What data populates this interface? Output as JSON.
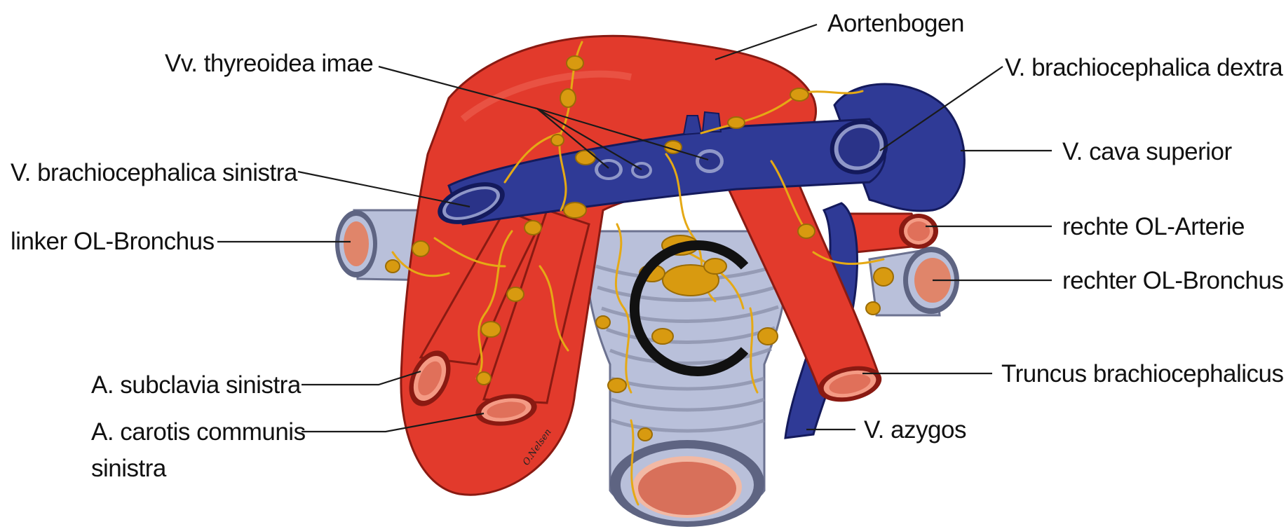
{
  "diagram": {
    "labels": {
      "aortenbogen": "Aortenbogen",
      "vv_thyreoidea_imae": "Vv. thyreoidea imae",
      "v_brachiocephalica_dextra": "V. brachiocephalica dextra",
      "v_brachiocephalica_sinistra": "V. brachiocephalica sinistra",
      "v_cava_superior": "V. cava superior",
      "linker_ol_bronchus": "linker OL-Bronchus",
      "rechte_ol_arterie": "rechte OL-Arterie",
      "rechter_ol_bronchus": "rechter OL-Bronchus",
      "truncus_brachiocephalicus": "Truncus brachiocephalicus",
      "a_subclavia_sinistra": "A. subclavia sinistra",
      "a_carotis_communis_line1": "A. carotis communis",
      "a_carotis_communis_line2": "sinistra",
      "v_azygos": "V. azygos"
    },
    "signature": "O.Nelsen",
    "copyright_symbol": "copyright-c-mark",
    "colors": {
      "artery": "#e23a2c",
      "artery_dark": "#b82a20",
      "vein": "#2f3a96",
      "vein_dark": "#1d2470",
      "trachea": "#b9c0da",
      "trachea_ring": "#8d93ad",
      "lymph": "#e5a915",
      "lymph_node": "#d89a10",
      "inner_lumen": "#e0856a"
    }
  }
}
